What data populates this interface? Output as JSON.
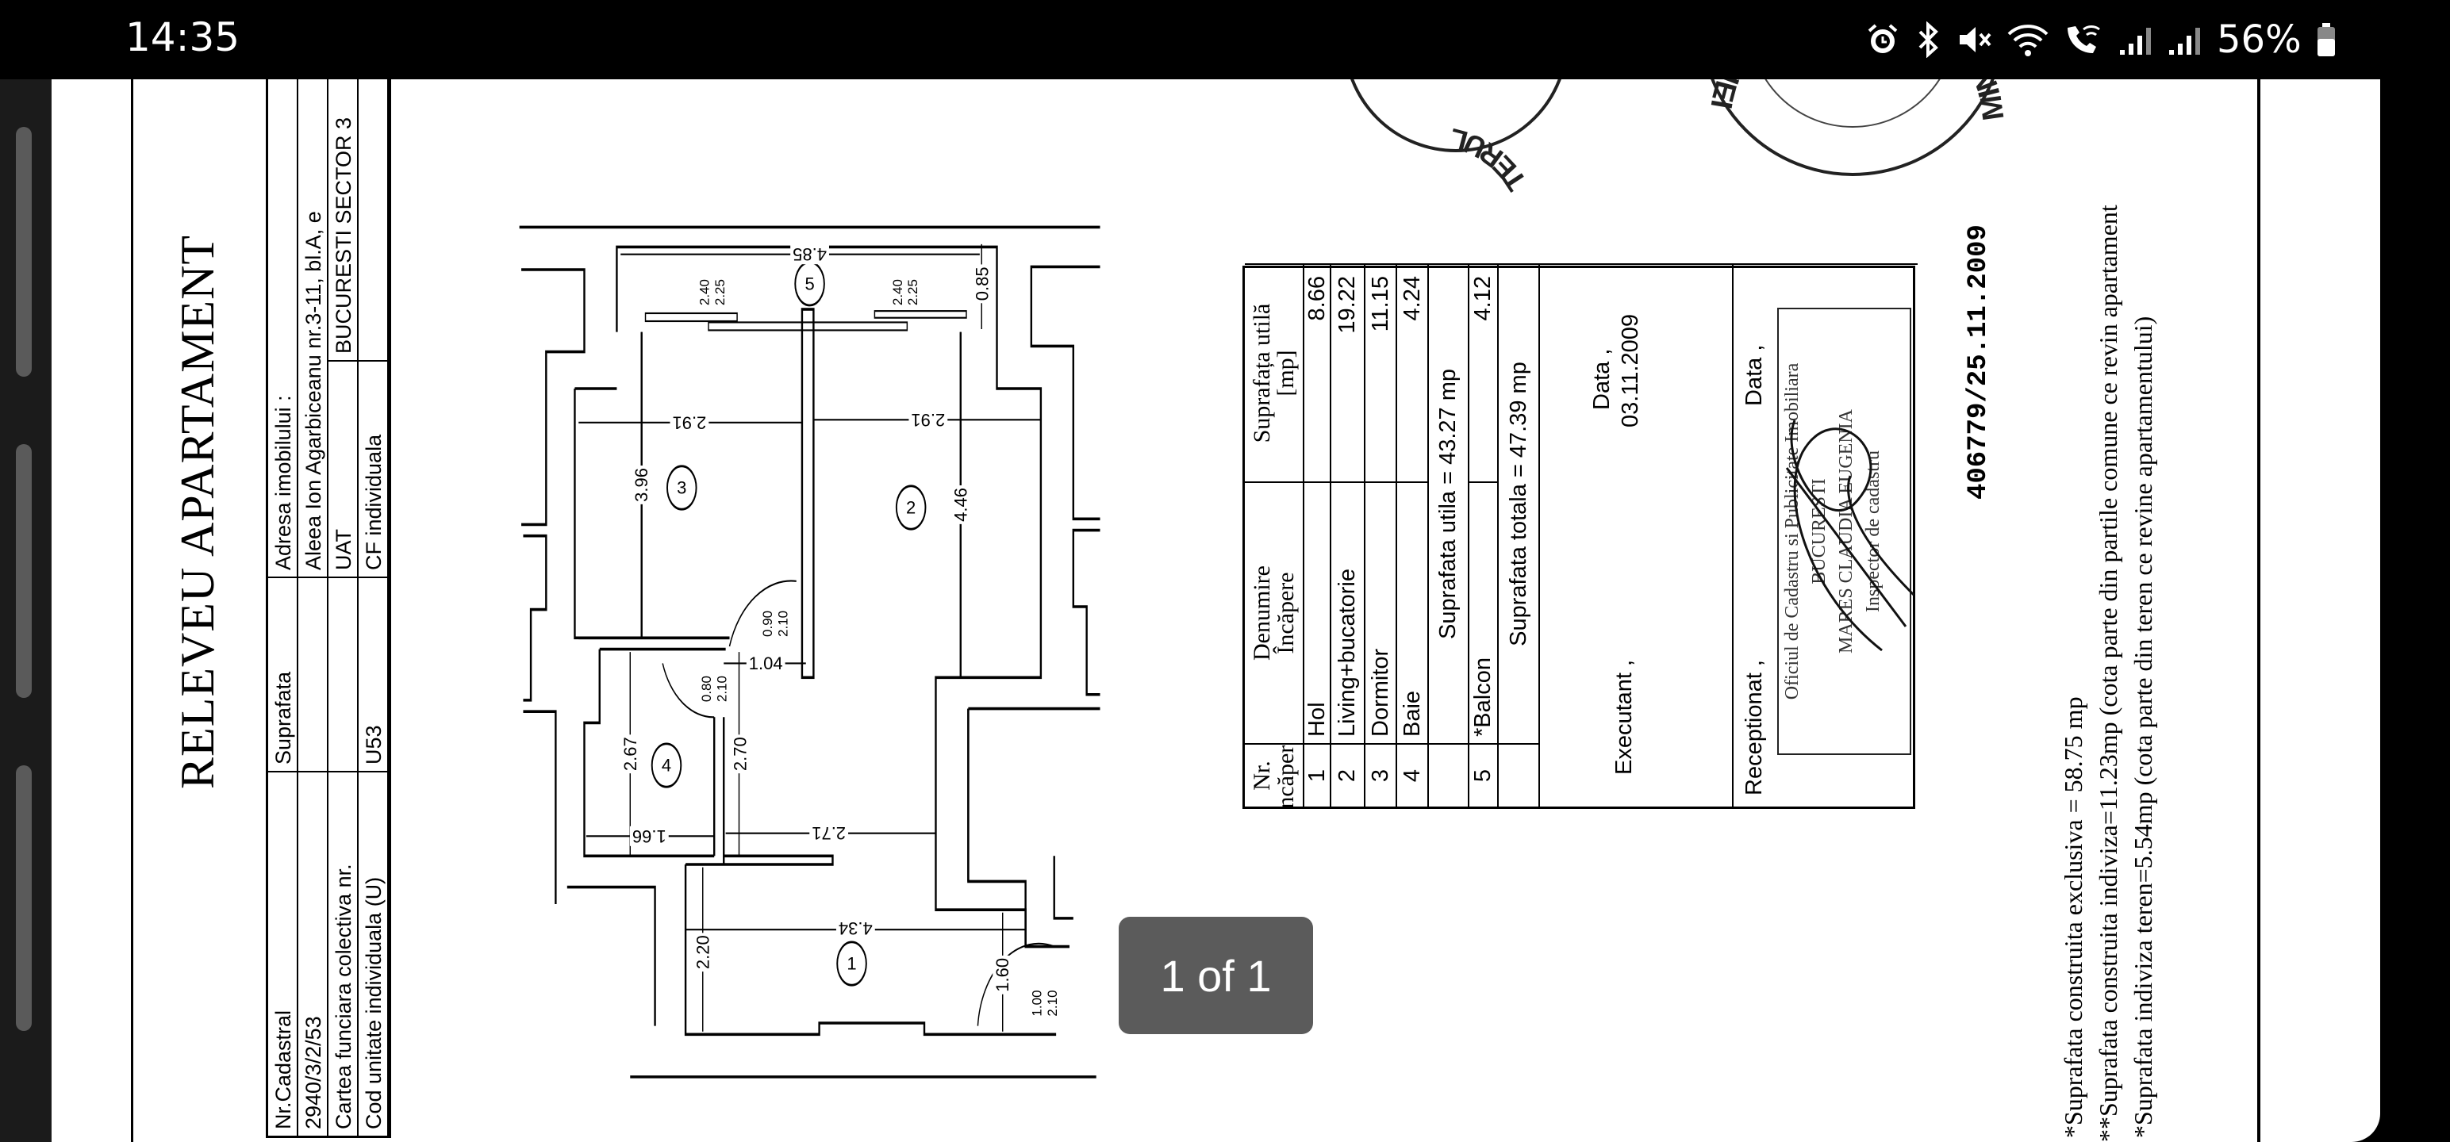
{
  "status_bar": {
    "time": "14:35",
    "icons": [
      "alarm-icon",
      "bluetooth-icon",
      "mute-icon",
      "wifi-icon",
      "wifi-call-icon",
      "signal-icon",
      "signal-icon"
    ],
    "battery_percent": "56%"
  },
  "viewer": {
    "page_indicator": "1 of 1"
  },
  "document": {
    "title": "RELEVEU APARTAMENT",
    "info_table": {
      "r1": [
        "Nr.Cadastral",
        "Suprafata",
        "Adresa imobilului :"
      ],
      "r2": [
        "2940/3/2/53",
        "",
        "Aleea Ion Agarbiceanu nr.3-11, bl.A, e"
      ],
      "r3": [
        "Cartea funciara colectiva nr.",
        "",
        "UAT",
        "BUCURESTI SECTOR 3"
      ],
      "r4": [
        "Cod unitate individuala (U)",
        "U53",
        "CF individuala",
        ""
      ]
    },
    "floor_plan": {
      "rooms": [
        "1",
        "2",
        "3",
        "4",
        "5"
      ],
      "dimensions": {
        "d485": "4.85",
        "d085": "0.85",
        "d291a": "2.91",
        "d291b": "2.91",
        "d396": "3.96",
        "d446": "4.46",
        "d104": "1.04",
        "d267": "2.67",
        "d270": "2.70",
        "d166": "1.66",
        "d271": "2.71",
        "d434": "4.34",
        "d220": "2.20",
        "d160": "1.60"
      },
      "openings": {
        "w1_top": "2.40",
        "w1_bot": "2.25",
        "w2_top": "2.40",
        "w2_bot": "2.25",
        "door3_top": "0.90",
        "door3_bot": "2.10",
        "door4_top": "0.80",
        "door4_bot": "2.10",
        "door1_top": "1.00",
        "door1_bot": "2.10"
      }
    },
    "rooms_table": {
      "headers": {
        "nr": "Nr.",
        "nr2": "Încăpere",
        "name": "Denumire",
        "name2": "Încăpere",
        "area": "Suprafața utilă",
        "area2": "[mp]"
      },
      "rows": [
        {
          "nr": "1",
          "name": "Hol",
          "area": "8.66"
        },
        {
          "nr": "2",
          "name": "Living+bucatorie",
          "area": "19.22"
        },
        {
          "nr": "3",
          "name": "Dormitor",
          "area": "11.15"
        },
        {
          "nr": "4",
          "name": "Baie",
          "area": "4.24"
        }
      ],
      "subtotal": "Suprafata utila = 43.27 mp",
      "balcony": {
        "nr": "5",
        "name": "*Balcon",
        "area": "4.12"
      },
      "total": "Suprafata totala = 47.39 mp",
      "executant": "Executant ,",
      "executant_date_label": "Data ,",
      "executant_date": "03.11.2009",
      "receptionat": "Receptionat ,",
      "receptionat_date_label": "Data ,"
    },
    "stamp_box": {
      "line1": "Oficiul de Cadastru si Publicitate Imobiliara",
      "line2": "BUCURESTI",
      "line3": "MARES CLAUDIA EUGENIA",
      "line4": "Inspector de cadastru"
    },
    "round_stamps": [
      "TERUL",
      "MINISTERUL ADMINISTRATIEI"
    ],
    "registration_code": "406779/25.11.2009",
    "footnotes": [
      "*Suprafata construita exclusiva = 58.75 mp",
      "**Suprafata construita indiviza=11.23mp (cota parte din partile comune ce revin apartament",
      "*Suprafata indiviza teren=5.54mp (cota parte din teren ce revine apartamentului)"
    ]
  }
}
